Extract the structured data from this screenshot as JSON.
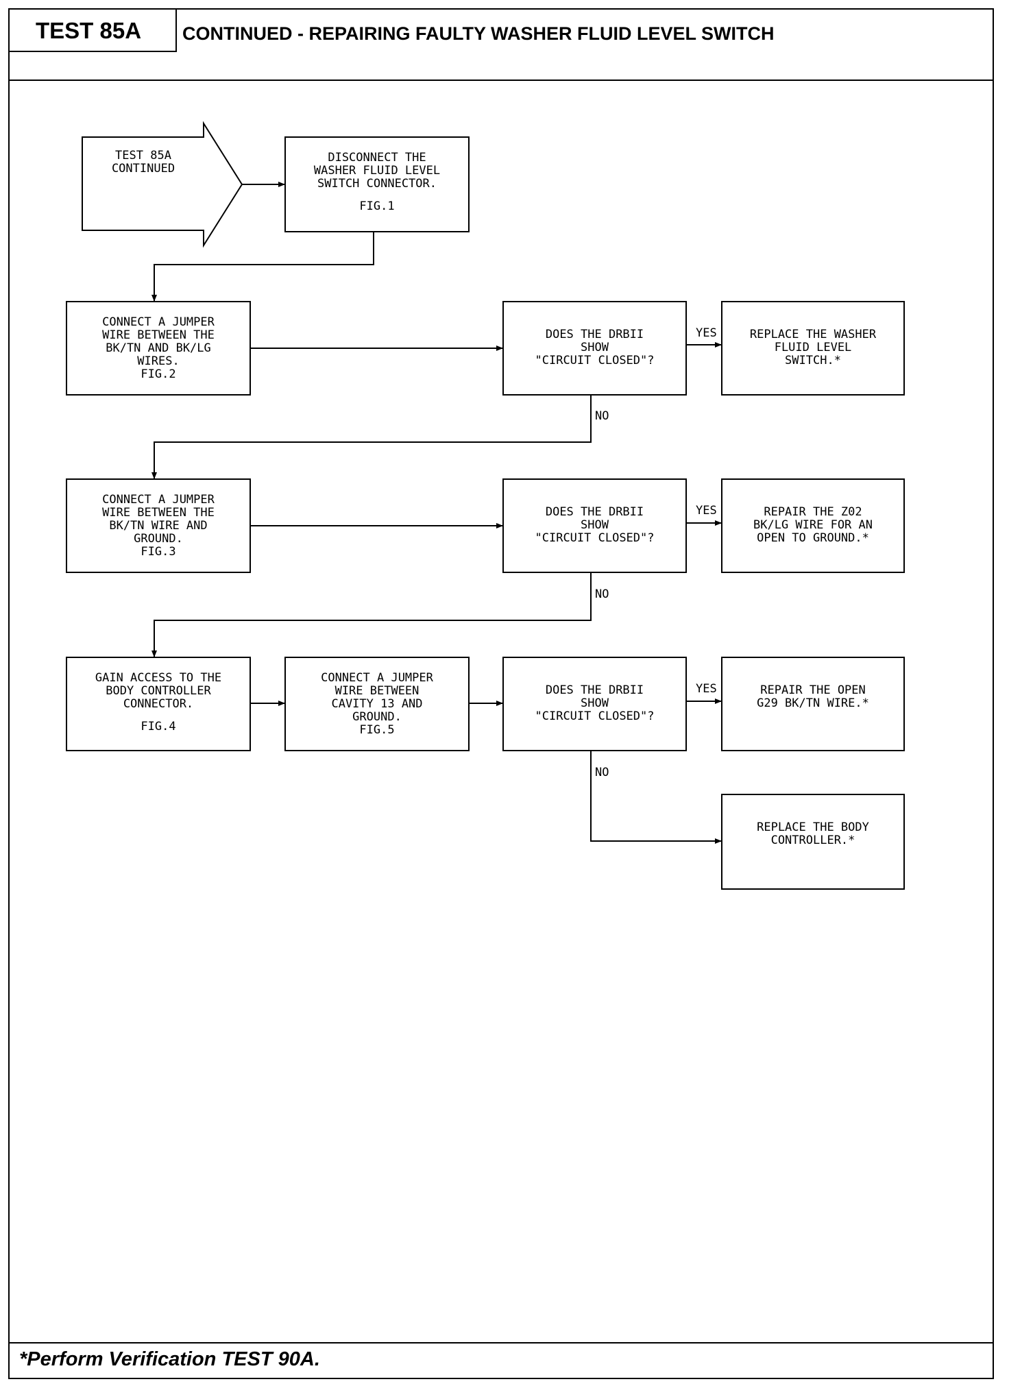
{
  "header": {
    "test_id": "TEST 85A",
    "title": "CONTINUED - REPAIRING FAULTY WASHER FLUID LEVEL SWITCH"
  },
  "flowchart": {
    "start": [
      "TEST 85A",
      "CONTINUED"
    ],
    "disconnect": [
      "DISCONNECT THE",
      "WASHER FLUID LEVEL",
      "SWITCH CONNECTOR.",
      "",
      "FIG.1"
    ],
    "jumper1": [
      "CONNECT A JUMPER",
      "WIRE BETWEEN THE",
      "BK/TN AND BK/LG",
      "WIRES.",
      "FIG.2"
    ],
    "jumper2": [
      "CONNECT A JUMPER",
      "WIRE BETWEEN THE",
      "BK/TN WIRE AND",
      "GROUND.",
      "FIG.3"
    ],
    "gain_access": [
      "GAIN ACCESS TO THE",
      "BODY CONTROLLER",
      "CONNECTOR.",
      "",
      "FIG.4"
    ],
    "jumper3": [
      "CONNECT A JUMPER",
      "WIRE BETWEEN",
      "CAVITY 13 AND",
      "GROUND.",
      "FIG.5"
    ],
    "decision": [
      "DOES THE DRBII",
      "SHOW",
      "\"CIRCUIT CLOSED\"?"
    ],
    "result1": [
      "REPLACE THE WASHER",
      "FLUID LEVEL",
      "SWITCH.*"
    ],
    "result2": [
      "REPAIR THE Z02",
      "BK/LG WIRE FOR AN",
      "OPEN TO GROUND.*"
    ],
    "result3": [
      "REPAIR THE OPEN",
      "G29 BK/TN WIRE.*"
    ],
    "result4": [
      "REPLACE THE BODY",
      "CONTROLLER.*"
    ],
    "yes_label": "YES",
    "no_label": "NO"
  },
  "footer": {
    "note": "*Perform Verification TEST 90A."
  }
}
